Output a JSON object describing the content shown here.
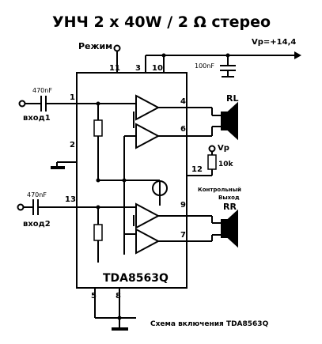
{
  "title": "УНЧ 2 x 40W /  2 Ω стерео",
  "mode_label": "Режим",
  "vp_label": "Vp=+14,4",
  "cap_100nf": "100nF",
  "input1": {
    "cap": "470nF",
    "label": "вход1"
  },
  "input2": {
    "cap": "470nF",
    "label": "вход2"
  },
  "chip": "TDA8563Q",
  "speakers": {
    "left": "RL",
    "right": "RR"
  },
  "vp_small": "Vp",
  "res_10k": "10k",
  "control_out": {
    "line1": "Контрольный",
    "line2": "Выход"
  },
  "pins": {
    "p1": "1",
    "p2": "2",
    "p3": "3",
    "p4": "4",
    "p5": "5",
    "p6": "6",
    "p7": "7",
    "p8": "8",
    "p9": "9",
    "p10": "10",
    "p11": "11",
    "p12": "12",
    "p13": "13"
  },
  "caption": "Схема включения TDA8563Q"
}
